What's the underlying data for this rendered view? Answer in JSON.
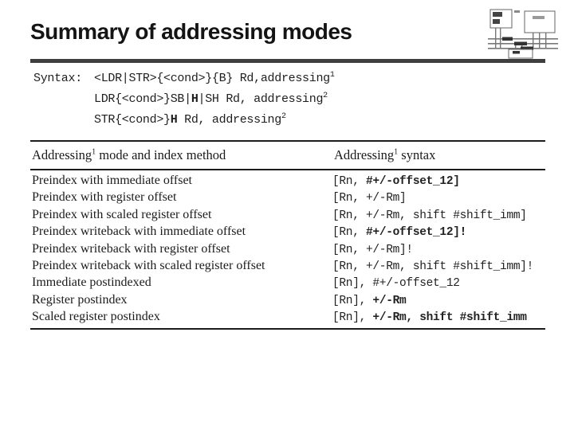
{
  "title": {
    "text": "Summary of addressing modes",
    "color": "#141414",
    "underline_color": "#3f3f3f"
  },
  "syntax": {
    "label": "Syntax:",
    "lines": [
      {
        "pre": "<LDR|STR>{<cond>}{B} Rd,addressing",
        "bold": "",
        "post": "",
        "sup": "1"
      },
      {
        "pre": "LDR{<cond>}SB|",
        "bold": "H",
        "post": "|SH Rd, addressing",
        "sup": "2"
      },
      {
        "pre": "STR{<cond>}",
        "bold": "H",
        "post": " Rd, addressing",
        "sup": "2"
      }
    ]
  },
  "table": {
    "headers": [
      {
        "word": "Addressing",
        "sup": "1",
        "rest": " mode and index method"
      },
      {
        "word": "Addressing",
        "sup": "1",
        "rest": " syntax"
      }
    ],
    "rows": [
      {
        "mode": "Preindex with immediate offset",
        "syntax_pre": "[Rn, ",
        "syntax_bold": "#+/-offset_12]"
      },
      {
        "mode": "Preindex with register offset",
        "syntax_pre": "[Rn, +/-Rm]",
        "syntax_bold": ""
      },
      {
        "mode": "Preindex with scaled register offset",
        "syntax_pre": "[Rn, +/-Rm, shift #shift_imm]",
        "syntax_bold": ""
      },
      {
        "mode": "Preindex writeback with immediate offset",
        "syntax_pre": "[Rn, ",
        "syntax_bold": "#+/-offset_12]!"
      },
      {
        "mode": "Preindex writeback with register offset",
        "syntax_pre": "[Rn, +/-Rm]!",
        "syntax_bold": ""
      },
      {
        "mode": "Preindex writeback with scaled register offset",
        "syntax_pre": "[Rn, +/-Rm, shift #shift_imm]!",
        "syntax_bold": ""
      },
      {
        "mode": "Immediate postindexed",
        "syntax_pre": "[Rn], #+/-offset_12",
        "syntax_bold": ""
      },
      {
        "mode": "Register postindex",
        "syntax_pre": "[Rn], ",
        "syntax_bold": "+/-Rm"
      },
      {
        "mode": "Scaled register postindex",
        "syntax_pre": "[Rn], ",
        "syntax_bold": "+/-Rm, shift #shift_imm"
      }
    ]
  }
}
